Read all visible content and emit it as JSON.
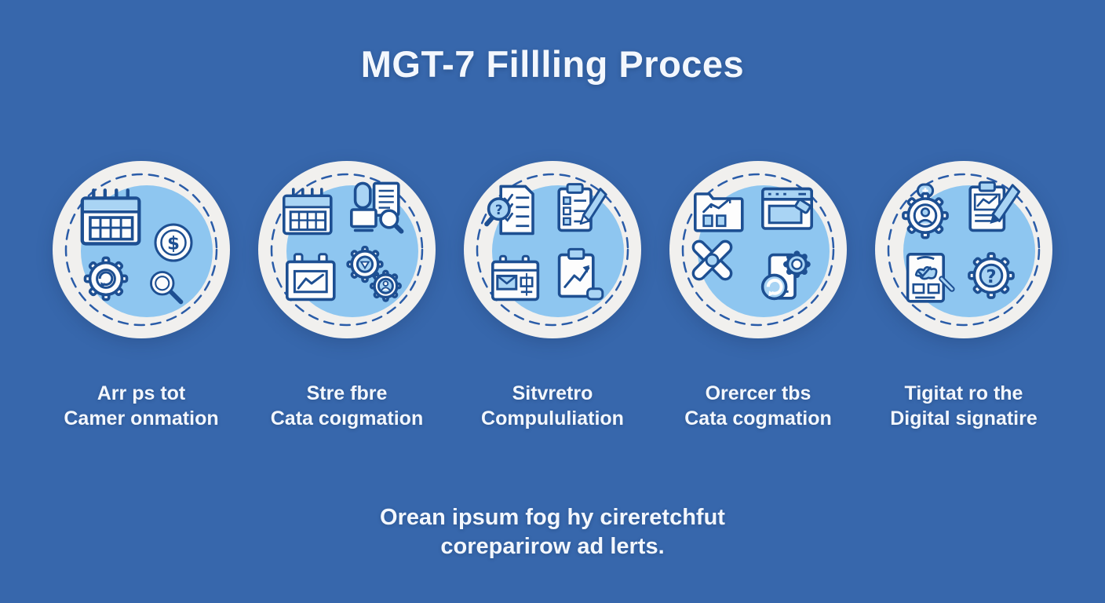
{
  "title": "MGT-7 Fillling Proces",
  "colors": {
    "background": "#3767ac",
    "text": "#f3f7fd",
    "circle_fill": "#f1f0ee",
    "inner_circle_fill": "#8ec6f0",
    "icon_stroke": "#1d4f92",
    "icon_fill_white": "#fdfdfd",
    "icon_fill_light": "#a9d4f4",
    "dashed_ring": "#2a5ca8"
  },
  "steps": [
    {
      "caption_line1": "Arr ps tot",
      "caption_line2": "Camer onmation",
      "icons": [
        {
          "name": "calendar-icon",
          "slot": "tl-lg"
        },
        {
          "name": "dollar-coin-icon",
          "slot": "mr"
        },
        {
          "name": "gear-sync-icon",
          "slot": "bl"
        },
        {
          "name": "magnifier-icon",
          "slot": "br-sm"
        }
      ]
    },
    {
      "caption_line1": "Stre fbre",
      "caption_line2": "Cata coıgmation",
      "icons": [
        {
          "name": "calendar-icon",
          "slot": "tl"
        },
        {
          "name": "doc-device-magnifier-icon",
          "slot": "tr"
        },
        {
          "name": "chart-board-icon",
          "slot": "bl"
        },
        {
          "name": "gears-user-icon",
          "slot": "br"
        }
      ]
    },
    {
      "caption_line1": "Sitvretro",
      "caption_line2": "Compululiation",
      "icons": [
        {
          "name": "checklist-doc-icon",
          "slot": "tl"
        },
        {
          "name": "clipboard-pen-icon",
          "slot": "tr"
        },
        {
          "name": "calendar-mail-icon",
          "slot": "bl"
        },
        {
          "name": "clipboard-chart-icon",
          "slot": "br"
        }
      ]
    },
    {
      "caption_line1": "Orercer tbs",
      "caption_line2": "Cata cogmation",
      "icons": [
        {
          "name": "folder-chart-icon",
          "slot": "tl"
        },
        {
          "name": "browser-cursor-icon",
          "slot": "tr"
        },
        {
          "name": "cross-arrows-icon",
          "slot": "ml"
        },
        {
          "name": "phone-gear-icon",
          "slot": "br"
        }
      ]
    },
    {
      "caption_line1": "Tigitat ro the",
      "caption_line2": "Digital signatire",
      "icons": [
        {
          "name": "gear-user-icon",
          "slot": "tl"
        },
        {
          "name": "clipboard-pencil-icon",
          "slot": "tr"
        },
        {
          "name": "clipboard-heart-icon",
          "slot": "bl"
        },
        {
          "name": "gear-question-icon",
          "slot": "br"
        }
      ]
    }
  ],
  "footer": {
    "line1": "Orean ipsum fog hy cireretchfut",
    "line2": "coreparirow ad lerts."
  }
}
